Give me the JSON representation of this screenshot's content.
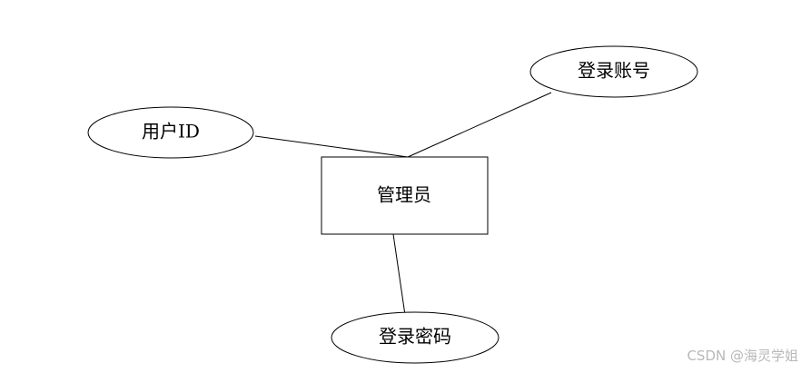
{
  "diagram": {
    "entity": {
      "label": "管理员"
    },
    "attributes": [
      {
        "label": "用户ID"
      },
      {
        "label": "登录账号"
      },
      {
        "label": "登录密码"
      }
    ]
  },
  "watermark": {
    "text": "CSDN @海灵学姐"
  }
}
